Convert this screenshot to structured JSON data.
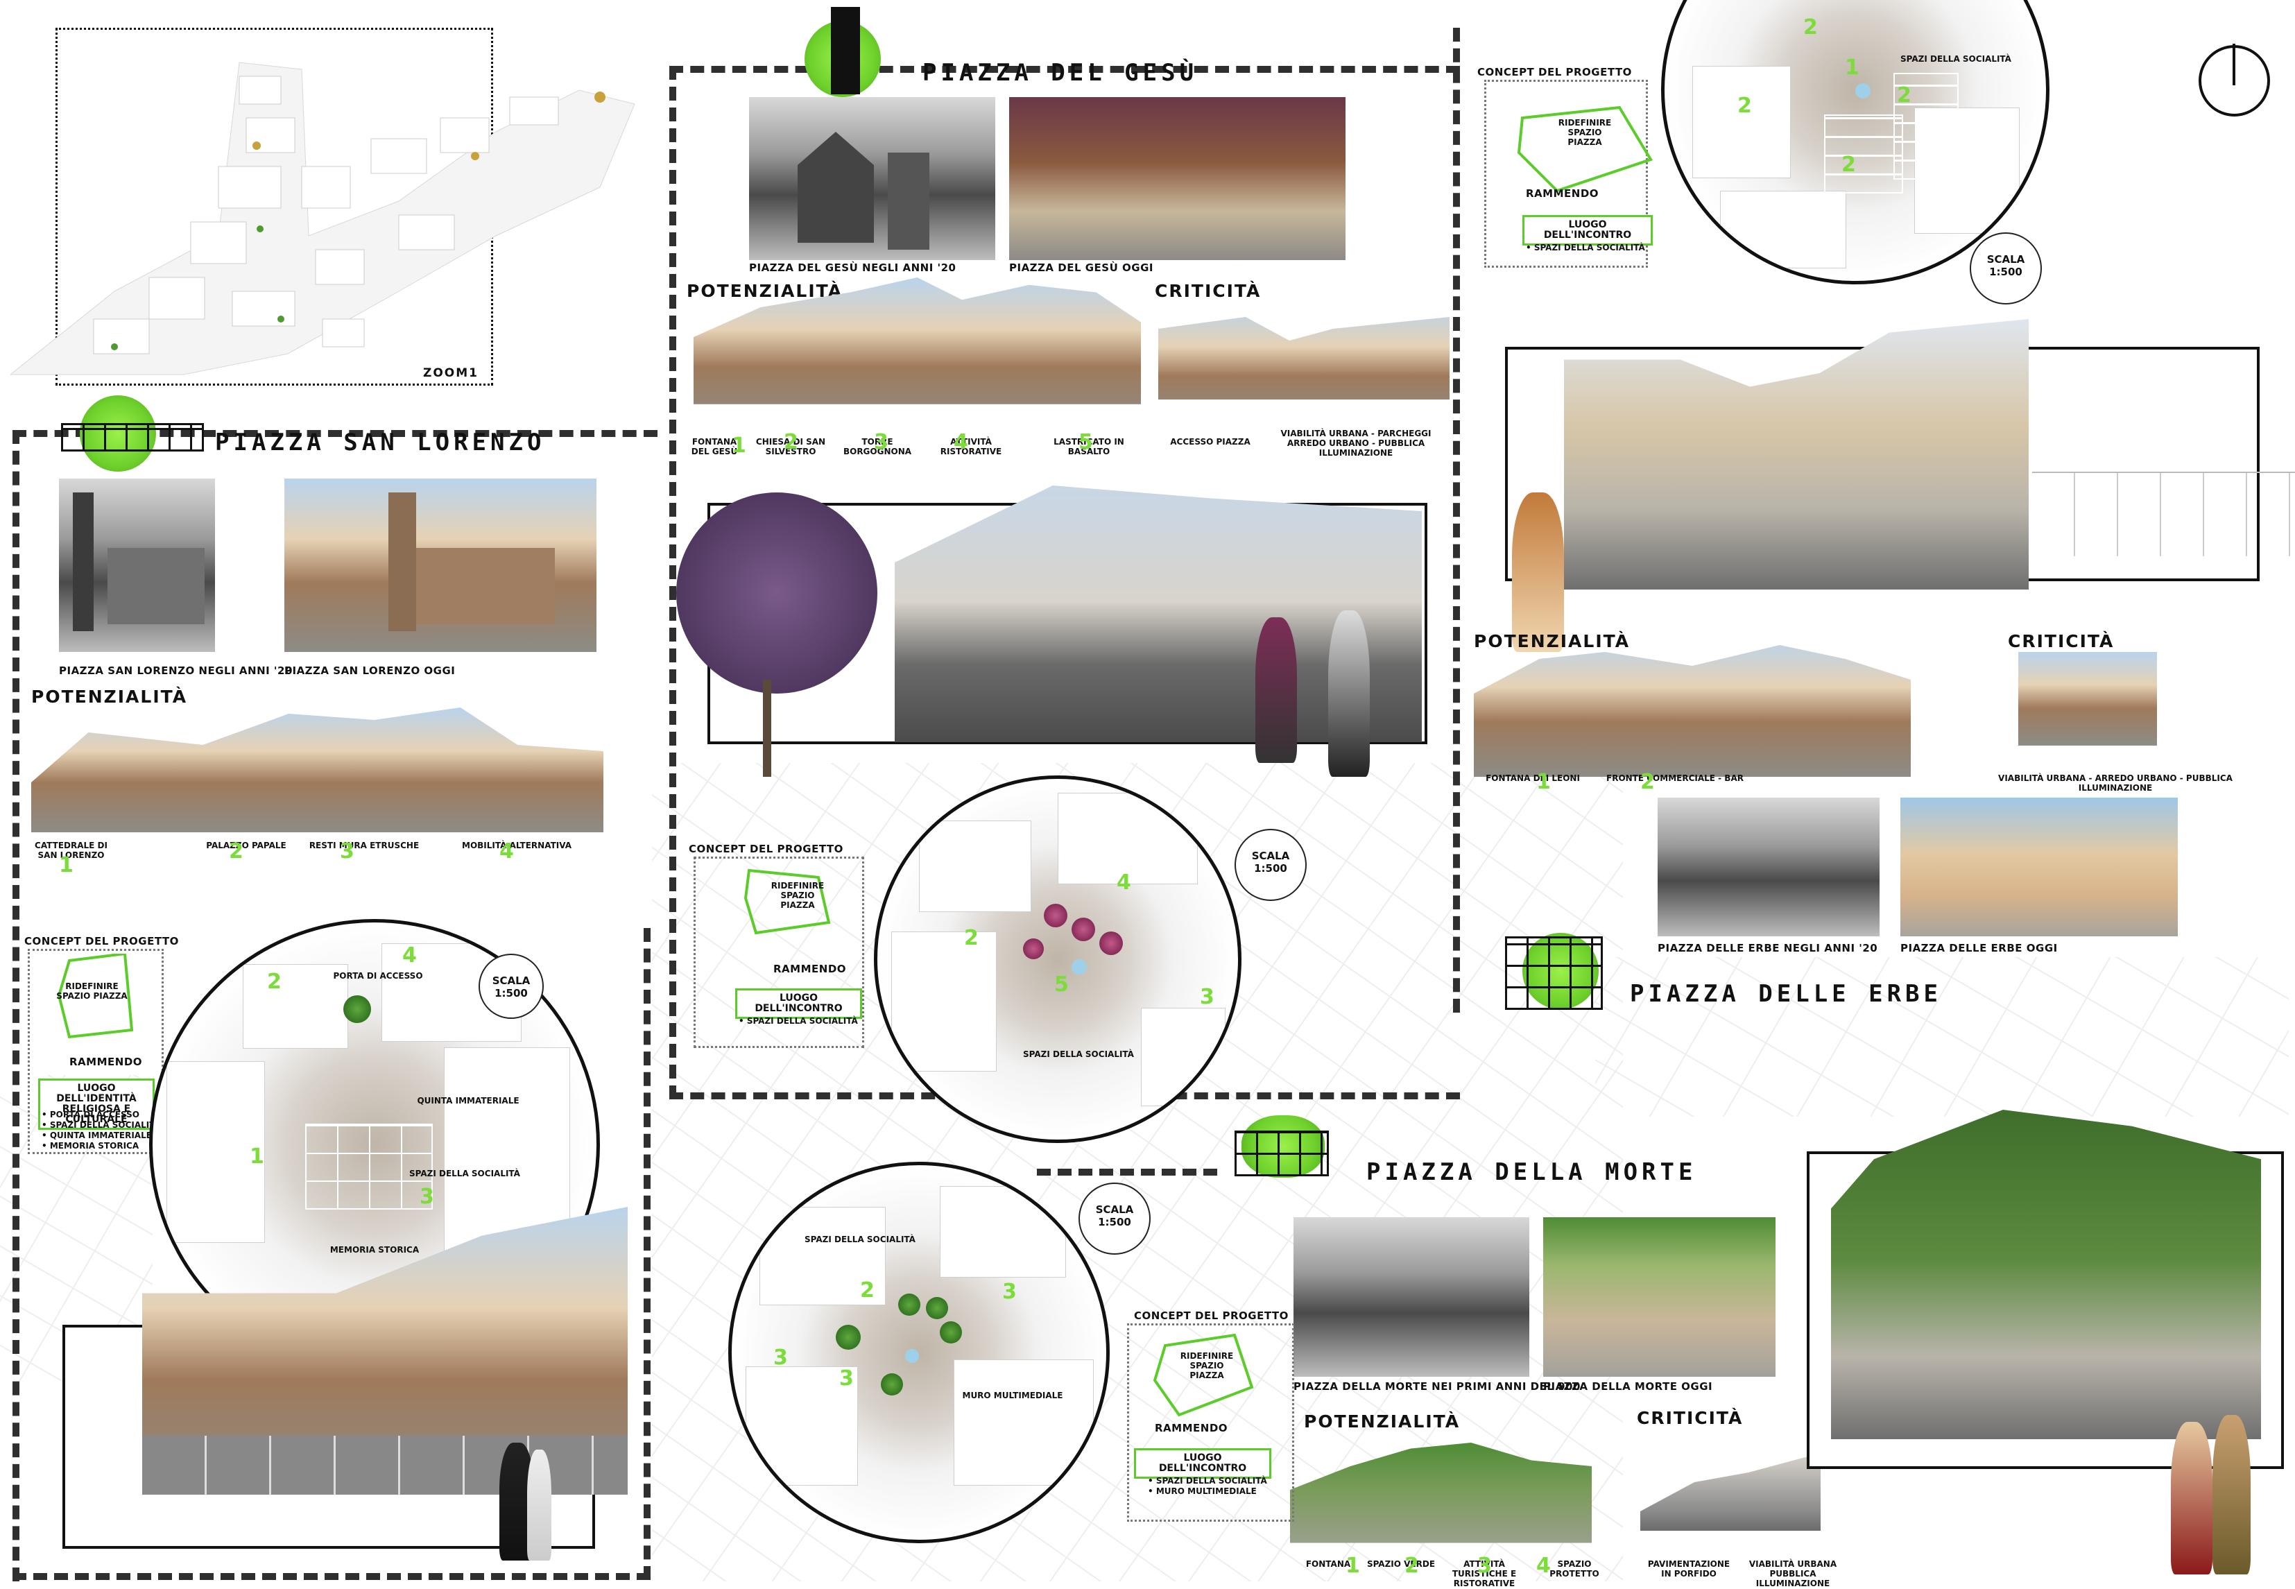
{
  "north_arrow": "north-arrow",
  "zoom": {
    "label": "ZOOM1"
  },
  "san_lorenzo": {
    "title": "PIAZZA SAN LORENZO",
    "photo_past": "PIAZZA SAN LORENZO NEGLI ANNI '20",
    "photo_now": "PIAZZA SAN LORENZO OGGI",
    "potenzialita_title": "POTENZIALITÀ",
    "potenzialita": [
      {
        "label": "CATTEDRALE DI SAN LORENZO",
        "num": "1"
      },
      {
        "label": "PALAZZO PAPALE",
        "num": "2"
      },
      {
        "label": "RESTI MURA ETRUSCHE",
        "num": "3"
      },
      {
        "label": "MOBILITÀ ALTERNATIVA",
        "num": "4"
      }
    ],
    "concept_title": "CONCEPT DEL PROGETTO",
    "concept_shape": "RIDEFINIRE SPAZIO PIAZZA",
    "rammendo": "RAMMENDO",
    "luogo": "LUOGO DELL'IDENTITÀ RELIGIOSA E CULTURALE",
    "list": [
      "• PORTA DI ACCESSO",
      "• SPAZI DELLA SOCIALITÀ",
      "• QUINTA IMMATERIALE",
      "• MEMORIA STORICA"
    ],
    "scale": "SCALA 1:500",
    "plan_labels": {
      "porta": "PORTA DI ACCESSO",
      "quinta": "QUINTA IMMATERIALE",
      "spazi": "SPAZI DELLA SOCIALITÀ",
      "memoria": "MEMORIA STORICA"
    },
    "plan_nums": [
      "1",
      "2",
      "3",
      "4"
    ]
  },
  "gesu": {
    "title": "PIAZZA DEL GESÙ",
    "photo_past": "PIAZZA DEL GESÙ NEGLI ANNI '20",
    "photo_now": "PIAZZA DEL GESÙ OGGI",
    "potenzialita_title": "POTENZIALITÀ",
    "criticita_title": "CRITICITÀ",
    "potenzialita": [
      {
        "label": "FONTANA DEL GESÙ",
        "num": "1"
      },
      {
        "label": "CHIESA DI SAN SILVESTRO",
        "num": "2"
      },
      {
        "label": "TORRE BORGOGNONA",
        "num": "3"
      },
      {
        "label": "ATTIVITÀ RISTORATIVE",
        "num": "4"
      },
      {
        "label": "LASTRICATO IN BASALTO",
        "num": "5"
      }
    ],
    "criticita": [
      {
        "label": "ACCESSO PIAZZA"
      },
      {
        "label": "VIABILITÀ URBANA - PARCHEGGI ARREDO URBANO - PUBBLICA ILLUMINAZIONE"
      }
    ],
    "concept_title": "CONCEPT DEL PROGETTO",
    "concept_shape": "RIDEFINIRE SPAZIO PIAZZA",
    "rammendo": "RAMMENDO",
    "luogo": "LUOGO DELL'INCONTRO",
    "list": [
      "• SPAZI DELLA SOCIALITÀ"
    ],
    "scale": "SCALA 1:500",
    "plan_label": "SPAZI DELLA SOCIALITÀ",
    "plan_nums": [
      "2",
      "4",
      "5",
      "3"
    ]
  },
  "erbe": {
    "title": "PIAZZA DELLE ERBE",
    "concept_title": "CONCEPT DEL PROGETTO",
    "concept_shape": "RIDEFINIRE SPAZIO PIAZZA",
    "rammendo": "RAMMENDO",
    "luogo": "LUOGO DELL'INCONTRO",
    "list": [
      "• SPAZI DELLA SOCIALITÀ"
    ],
    "scale": "SCALA 1:500",
    "plan_label": "SPAZI DELLA SOCIALITÀ",
    "plan_nums": [
      "2",
      "2",
      "1",
      "2",
      "2"
    ],
    "potenzialita_title": "POTENZIALITÀ",
    "criticita_title": "CRITICITÀ",
    "potenzialita": [
      {
        "label": "FONTANA DEI LEONI",
        "num": "1"
      },
      {
        "label": "FRONTE COMMERCIALE - BAR",
        "num": "2"
      }
    ],
    "criticita": [
      {
        "label": "VIABILITÀ URBANA - ARREDO URBANO - PUBBLICA ILLUMINAZIONE"
      }
    ],
    "photo_past": "PIAZZA DELLE ERBE NEGLI ANNI '20",
    "photo_now": "PIAZZA DELLE ERBE OGGI"
  },
  "morte": {
    "title": "PIAZZA DELLA MORTE",
    "photo_past": "PIAZZA DELLA MORTE NEI PRIMI ANNI DEL 900",
    "photo_now": "PIAZZA DELLA MORTE OGGI",
    "potenzialita_title": "POTENZIALITÀ",
    "criticita_title": "CRITICITÀ",
    "potenzialita": [
      {
        "label": "FONTANA",
        "num": "1"
      },
      {
        "label": "SPAZIO VERDE",
        "num": "2"
      },
      {
        "label": "ATTIVITÀ TURISTICHE E RISTORATIVE",
        "num": "3"
      },
      {
        "label": "SPAZIO PROTETTO",
        "num": "4"
      }
    ],
    "criticita": [
      {
        "label": "PAVIMENTAZIONE IN PORFIDO"
      },
      {
        "label": "VIABILITÀ URBANA PUBBLICA ILLUMINAZIONE"
      }
    ],
    "concept_title": "CONCEPT DEL PROGETTO",
    "concept_shape": "RIDEFINIRE SPAZIO PIAZZA",
    "rammendo": "RAMMENDO",
    "luogo": "LUOGO DELL'INCONTRO",
    "list": [
      "• SPAZI DELLA SOCIALITÀ",
      "• MURO MULTIMEDIALE"
    ],
    "scale": "SCALA 1:500",
    "plan_labels": {
      "spazi": "SPAZI DELLA SOCIALITÀ",
      "muro": "MURO MULTIMEDIALE"
    },
    "plan_nums": [
      "2",
      "3",
      "3",
      "3"
    ]
  }
}
